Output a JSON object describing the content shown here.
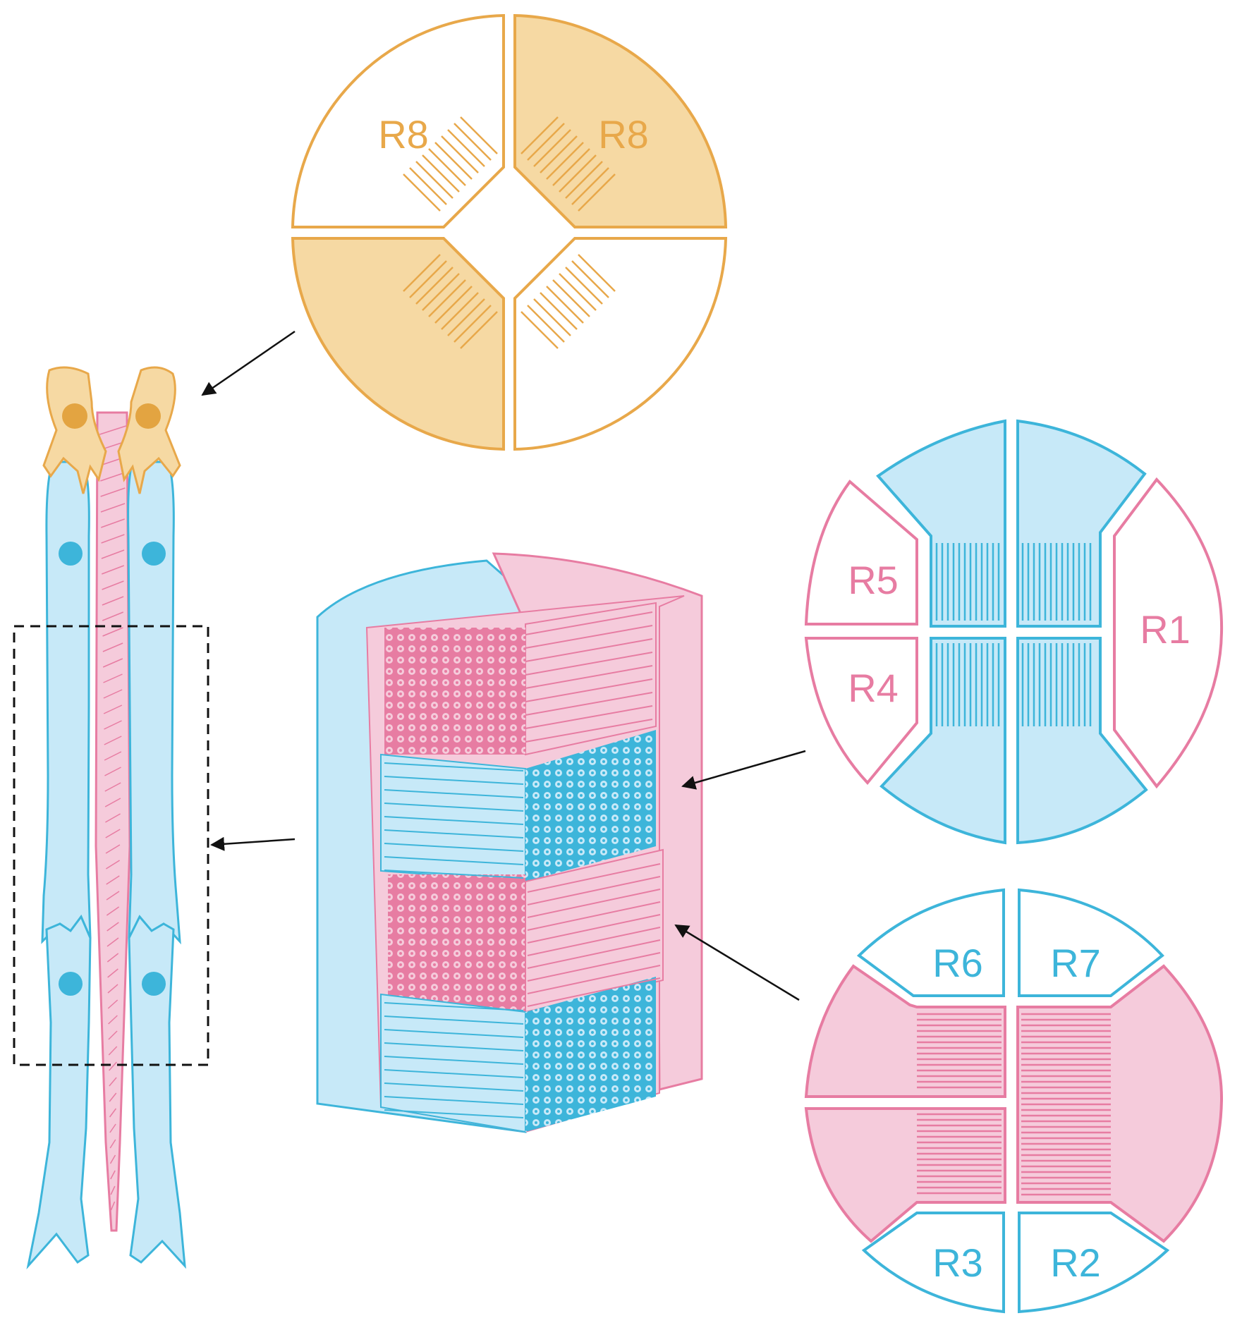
{
  "colors": {
    "orange": "#E8A84A",
    "orange_fill": "#F6D9A3",
    "orange_dot": "#E3A441",
    "blue": "#3DB5DA",
    "blue_fill": "#C7E9F8",
    "pink": "#E77CA2",
    "pink_fill": "#F5CBDB",
    "arrow": "#111111",
    "dashed_box": "#111111"
  },
  "labels": {
    "r8_left": "R8",
    "r8_right": "R8",
    "r5": "R5",
    "r4": "R4",
    "r1": "R1",
    "r6": "R6",
    "r7": "R7",
    "r3": "R3",
    "r2": "R2"
  }
}
